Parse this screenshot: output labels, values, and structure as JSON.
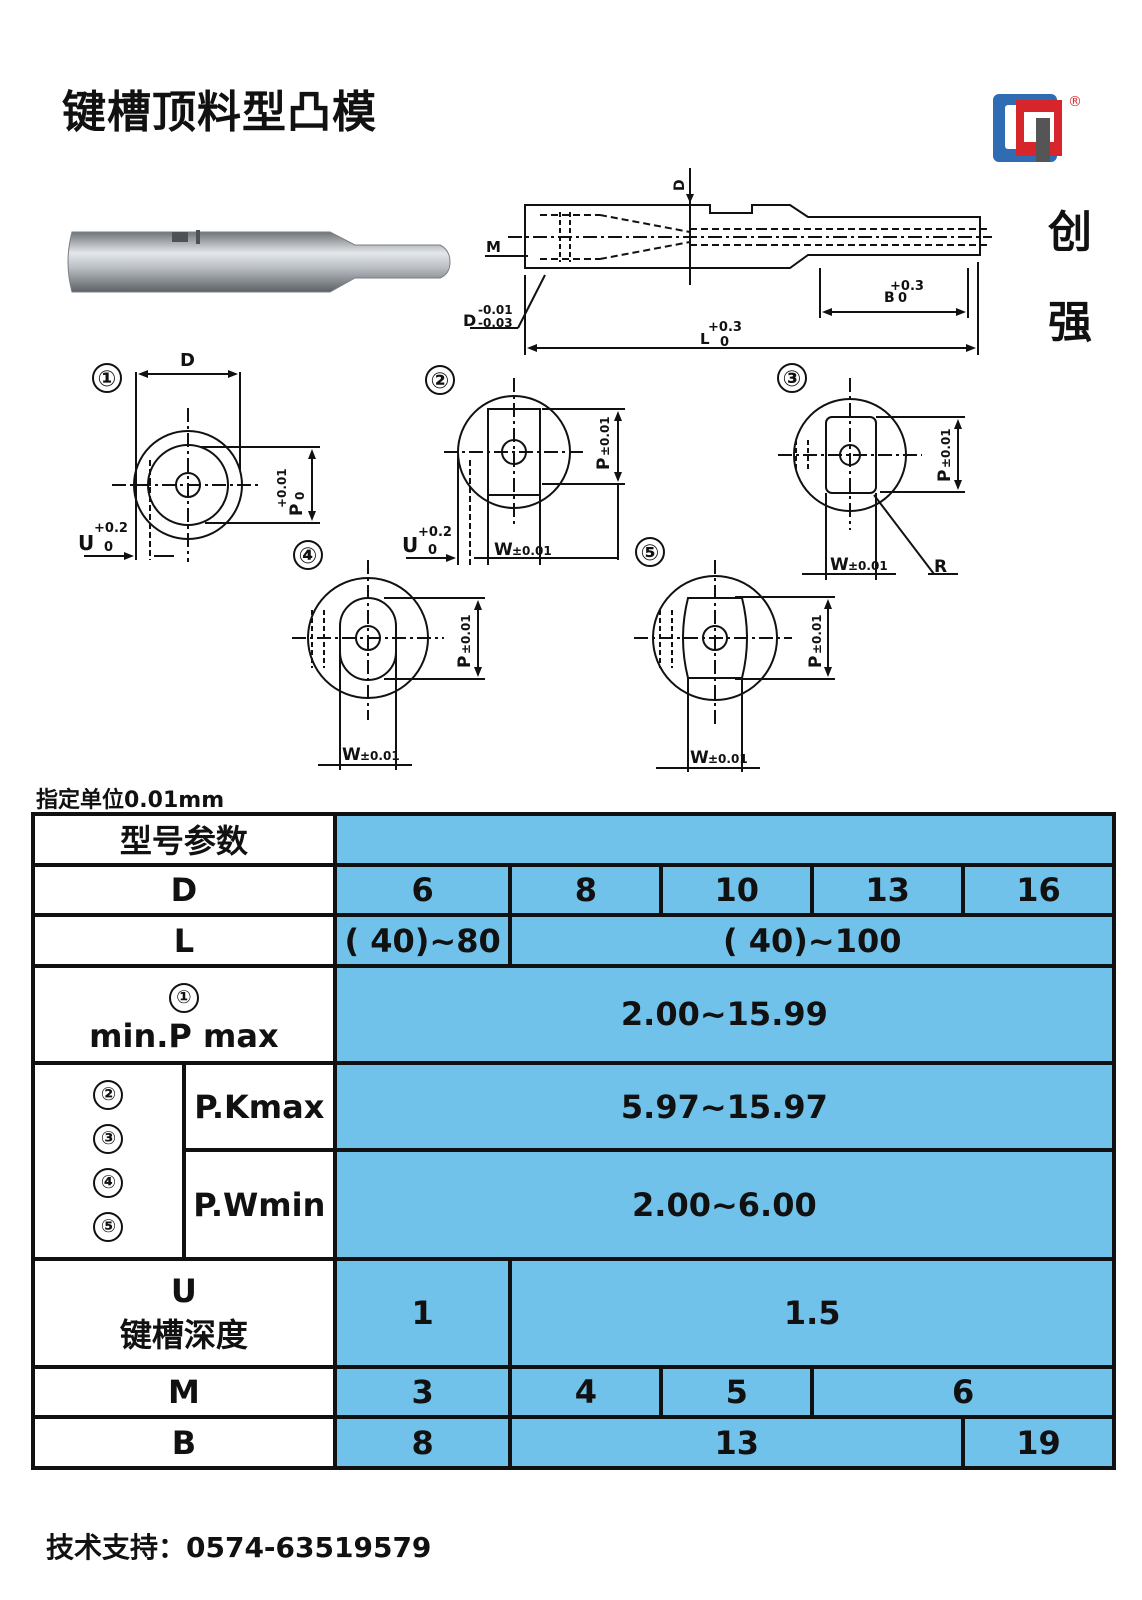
{
  "title": "键槽顶料型凸模",
  "brand": {
    "char1": "创",
    "char2": "强",
    "registered": "®",
    "colors": {
      "blue": "#2f6cb3",
      "red": "#d7262b",
      "gray": "#555555"
    }
  },
  "drawing": {
    "labels": {
      "d": "D",
      "m": "M",
      "p": "P",
      "w": "W",
      "u": "U",
      "r": "R",
      "b": "B",
      "l": "L",
      "b_tol_top": "+0.3",
      "b_tol_bottom": "0",
      "l_tol_top": "+0.3",
      "l_tol_bottom": "0",
      "d_tol_top": "-0.01",
      "d_tol_bottom": "-0.03",
      "p_tol1_top": "+0.01",
      "p_tol1_bottom": "0",
      "pm_tol": "±0.01",
      "wm_tol": "±0.01",
      "u_tol_top": "+0.2",
      "u_tol_bottom": "0"
    },
    "fig_numbers": [
      "①",
      "②",
      "③",
      "④",
      "⑤"
    ]
  },
  "unit_note": "指定单位0.01mm",
  "table": {
    "header": "型号参数",
    "d": {
      "label": "D",
      "values": [
        "6",
        "8",
        "10",
        "13",
        "16"
      ]
    },
    "l": {
      "label": "L",
      "v1": "( 40)~80",
      "v2": "( 40)~100"
    },
    "p1": {
      "circle": "①",
      "label": "min.P max",
      "value": "2.00~15.99"
    },
    "group": {
      "circles": [
        "②",
        "③",
        "④",
        "⑤"
      ],
      "pk_label": "P.Kmax",
      "pk_value": "5.97~15.97",
      "pw_label": "P.Wmin",
      "pw_value": "2.00~6.00"
    },
    "u": {
      "label1": "U",
      "label2": "键槽深度",
      "v1": "1",
      "v2": "1.5"
    },
    "m": {
      "label": "M",
      "values": [
        "3",
        "4",
        "5",
        "6"
      ]
    },
    "b": {
      "label": "B",
      "values": [
        "8",
        "13",
        "19"
      ]
    }
  },
  "footer": "技术支持：0574-63519579"
}
